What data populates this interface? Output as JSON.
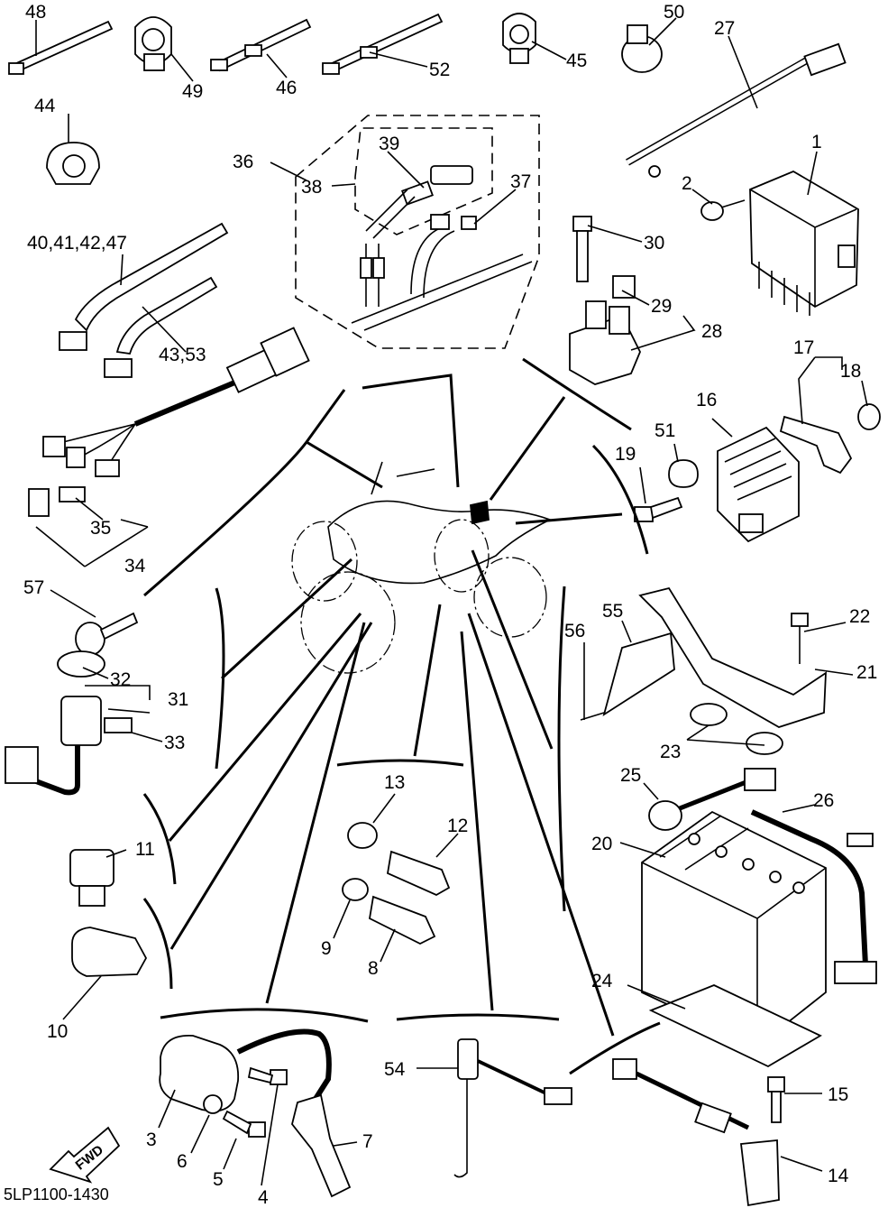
{
  "diagram": {
    "drawing_code": "5LP1100-1430",
    "fwd_label": "FWD",
    "callouts": [
      {
        "id": "48",
        "text": "48"
      },
      {
        "id": "49",
        "text": "49"
      },
      {
        "id": "46",
        "text": "46"
      },
      {
        "id": "52",
        "text": "52"
      },
      {
        "id": "45",
        "text": "45"
      },
      {
        "id": "50",
        "text": "50"
      },
      {
        "id": "27",
        "text": "27"
      },
      {
        "id": "44",
        "text": "44"
      },
      {
        "id": "36",
        "text": "36"
      },
      {
        "id": "38",
        "text": "38"
      },
      {
        "id": "39",
        "text": "39"
      },
      {
        "id": "37",
        "text": "37"
      },
      {
        "id": "1",
        "text": "1"
      },
      {
        "id": "2",
        "text": "2"
      },
      {
        "id": "40-41-42-47",
        "text": "40,41,42,47"
      },
      {
        "id": "43-53",
        "text": "43,53"
      },
      {
        "id": "30",
        "text": "30"
      },
      {
        "id": "29",
        "text": "29"
      },
      {
        "id": "28",
        "text": "28"
      },
      {
        "id": "17",
        "text": "17"
      },
      {
        "id": "18",
        "text": "18"
      },
      {
        "id": "16",
        "text": "16"
      },
      {
        "id": "51",
        "text": "51"
      },
      {
        "id": "19",
        "text": "19"
      },
      {
        "id": "35",
        "text": "35"
      },
      {
        "id": "34",
        "text": "34"
      },
      {
        "id": "57",
        "text": "57"
      },
      {
        "id": "32",
        "text": "32"
      },
      {
        "id": "31",
        "text": "31"
      },
      {
        "id": "33",
        "text": "33"
      },
      {
        "id": "55",
        "text": "55"
      },
      {
        "id": "56",
        "text": "56"
      },
      {
        "id": "22",
        "text": "22"
      },
      {
        "id": "21",
        "text": "21"
      },
      {
        "id": "23",
        "text": "23"
      },
      {
        "id": "25",
        "text": "25"
      },
      {
        "id": "26",
        "text": "26"
      },
      {
        "id": "20",
        "text": "20"
      },
      {
        "id": "13",
        "text": "13"
      },
      {
        "id": "12",
        "text": "12"
      },
      {
        "id": "11",
        "text": "11"
      },
      {
        "id": "9",
        "text": "9"
      },
      {
        "id": "8",
        "text": "8"
      },
      {
        "id": "10",
        "text": "10"
      },
      {
        "id": "24",
        "text": "24"
      },
      {
        "id": "54",
        "text": "54"
      },
      {
        "id": "15",
        "text": "15"
      },
      {
        "id": "3",
        "text": "3"
      },
      {
        "id": "6",
        "text": "6"
      },
      {
        "id": "7",
        "text": "7"
      },
      {
        "id": "5",
        "text": "5"
      },
      {
        "id": "4",
        "text": "4"
      },
      {
        "id": "14",
        "text": "14"
      }
    ]
  }
}
